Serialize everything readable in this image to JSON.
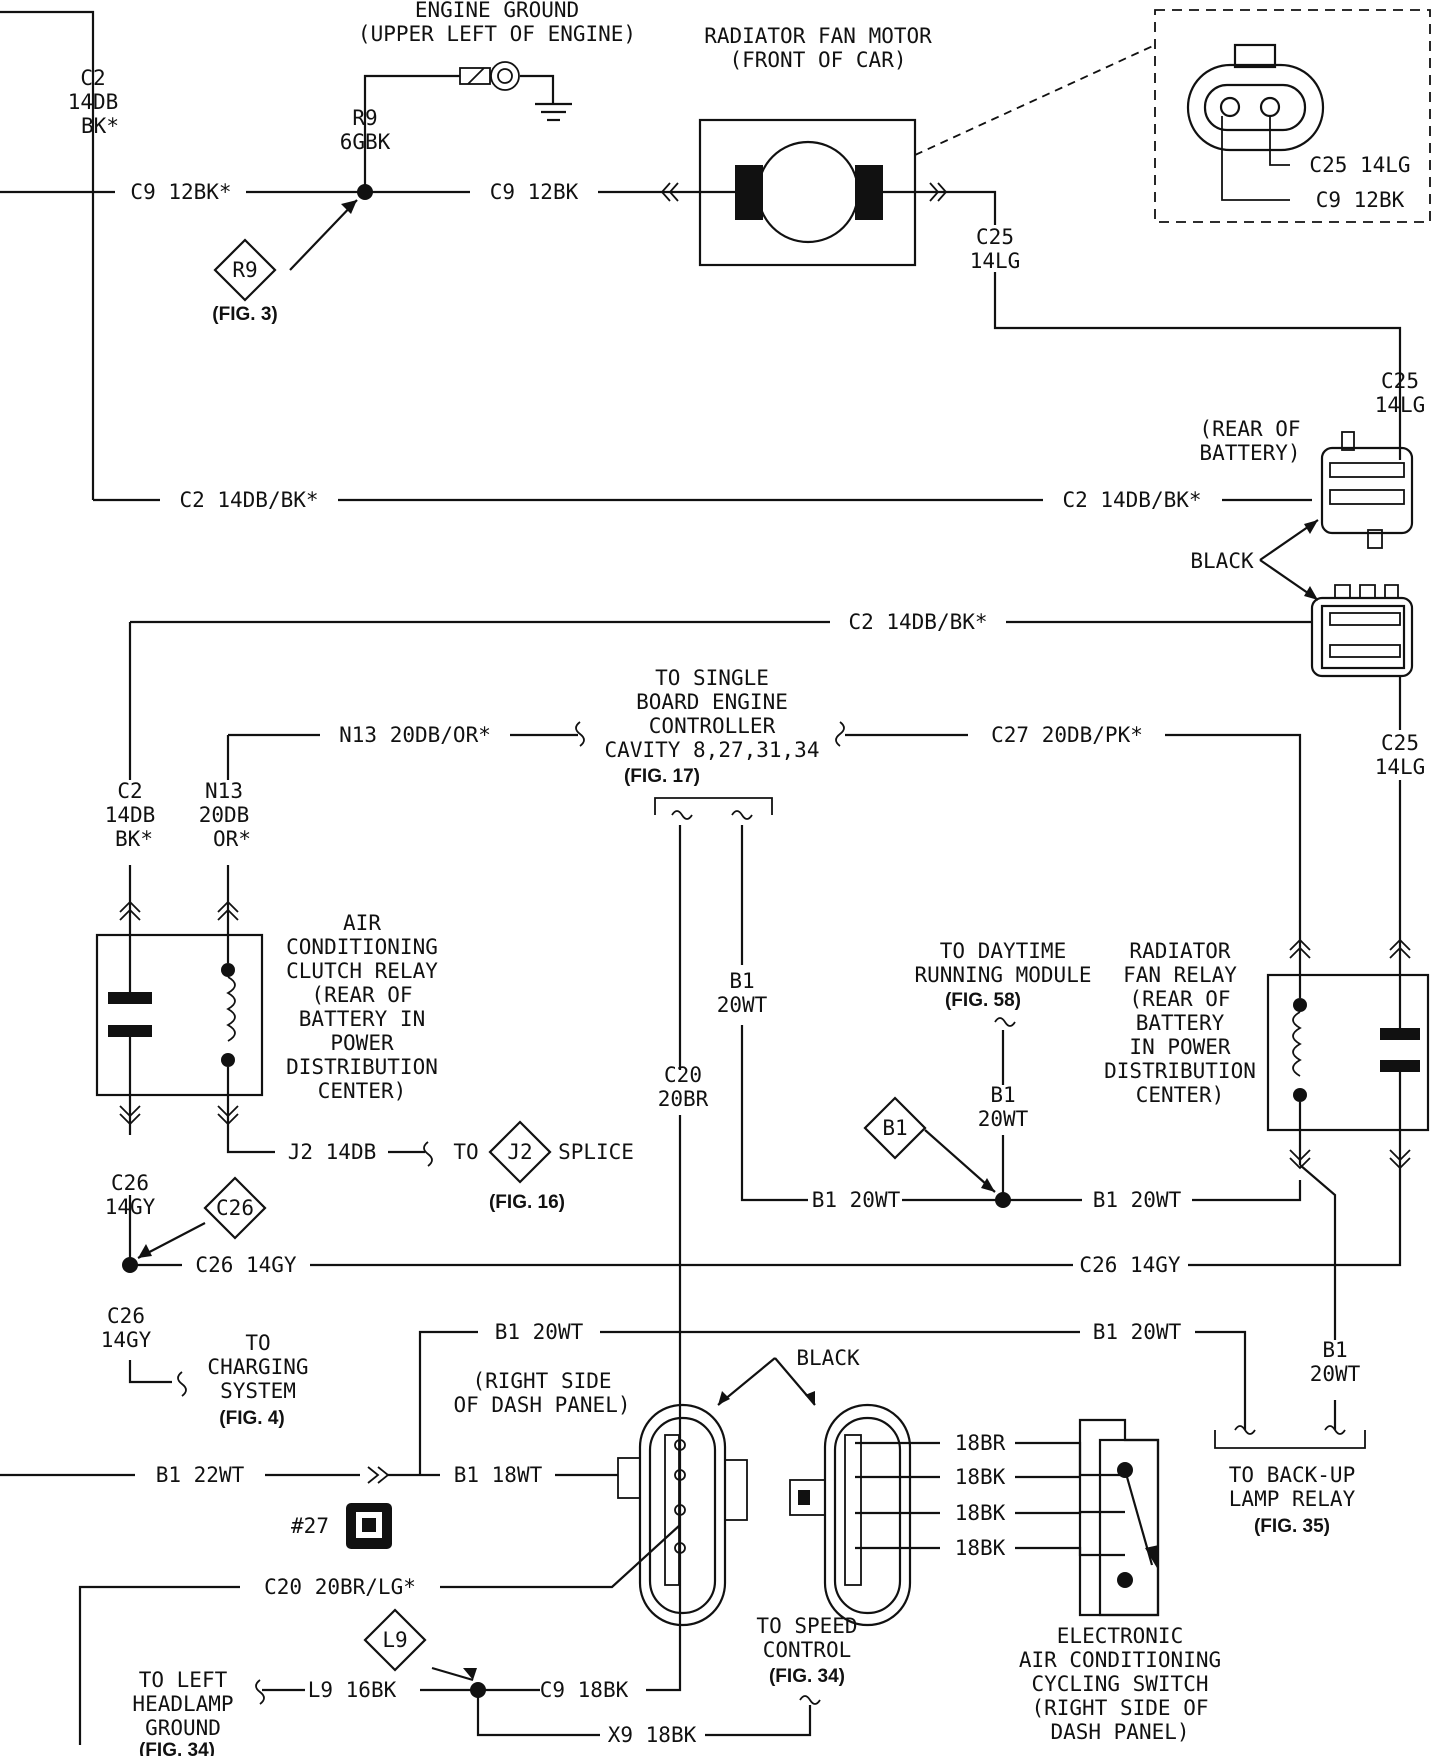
{
  "engine_ground": {
    "line1": "ENGINE GROUND",
    "line2": "(UPPER LEFT OF ENGINE)"
  },
  "radiator_fan_motor": {
    "line1": "RADIATOR FAN MOTOR",
    "line2": "(FRONT OF CAR)"
  },
  "c2_top": {
    "line1": "C2",
    "line2": "14DB",
    "line3": "BK*"
  },
  "r9_splice": {
    "line1": "R9",
    "line2": "6GBK"
  },
  "wire_c9_12bk_star": "C9 12BK*",
  "wire_c9_12bk": "C9 12BK",
  "r9_diamond": "R9",
  "fig3": "(FIG. 3)",
  "c25_motor": {
    "line1": "C25",
    "line2": "14LG"
  },
  "inset_c25": "C25 14LG",
  "inset_c9": "C9 12BK",
  "c25_conn_top": {
    "line1": "C25",
    "line2": "14LG"
  },
  "rear_of_battery": {
    "line1": "(REAR OF",
    "line2": "BATTERY)"
  },
  "wire_c2_left": "C2 14DB/BK*",
  "wire_c2_right": "C2 14DB/BK*",
  "black_label_mid": "BLACK",
  "wire_c2_second": "C2 14DB/BK*",
  "sbec": {
    "line1": "TO SINGLE",
    "line2": "BOARD ENGINE",
    "line3": "CONTROLLER",
    "line4": "CAVITY 8,27,31,34",
    "fig": "(FIG. 17)"
  },
  "wire_n13": "N13 20DB/OR*",
  "wire_c27": "C27 20DB/PK*",
  "c2_vert": {
    "line1": "C2",
    "line2": "14DB",
    "line3": "BK*"
  },
  "n13_vert": {
    "line1": "N13",
    "line2": "20DB",
    "line3": "OR*"
  },
  "c25_right": {
    "line1": "C25",
    "line2": "14LG"
  },
  "ac_relay": {
    "line1": "AIR",
    "line2": "CONDITIONING",
    "line3": "CLUTCH RELAY",
    "line4": "(REAR OF",
    "line5": "BATTERY IN",
    "line6": "POWER",
    "line7": "DISTRIBUTION",
    "line8": "CENTER)"
  },
  "b1_vert": {
    "line1": "B1",
    "line2": "20WT"
  },
  "c20_vert": {
    "line1": "C20",
    "line2": "20BR"
  },
  "drl": {
    "line1": "TO DAYTIME",
    "line2": "RUNNING MODULE",
    "fig": "(FIG. 58)"
  },
  "fan_relay": {
    "line1": "RADIATOR",
    "line2": "FAN RELAY",
    "line3": "(REAR OF",
    "line4": "BATTERY",
    "line5": "IN POWER",
    "line6": "DISTRIBUTION",
    "line7": "CENTER)"
  },
  "b1_drl": {
    "line1": "B1",
    "line2": "20WT"
  },
  "b1_diamond": "B1",
  "wire_j2": "J2 14DB",
  "to_j2": {
    "to": "TO",
    "diamond": "J2",
    "splice": "SPLICE",
    "fig": "(FIG. 16)"
  },
  "wire_b1_left": "B1 20WT",
  "wire_b1_right": "B1 20WT",
  "c26_top": {
    "line1": "C26",
    "line2": "14GY"
  },
  "c26_diamond": "C26",
  "wire_c26_left": "C26 14GY",
  "wire_c26_right": "C26 14GY",
  "c26_bottom": {
    "line1": "C26",
    "line2": "14GY"
  },
  "charging": {
    "line1": "TO",
    "line2": "CHARGING",
    "line3": "SYSTEM",
    "fig": "(FIG. 4)"
  },
  "wire_b1_top_left": "B1 20WT",
  "wire_b1_top_right": "B1 20WT",
  "b1_backup_vert": {
    "line1": "B1",
    "line2": "20WT"
  },
  "black_label_bottom": "BLACK",
  "dash_panel": {
    "line1": "(RIGHT SIDE",
    "line2": "OF DASH PANEL)"
  },
  "wire_b1_22wt": "B1 22WT",
  "wire_b1_18wt": "B1 18WT",
  "connector_27": "#27",
  "pins": [
    "18BR",
    "18BK",
    "18BK",
    "18BK"
  ],
  "backup_lamp": {
    "line1": "TO BACK-UP",
    "line2": "LAMP RELAY",
    "fig": "(FIG. 35)"
  },
  "wire_c20_bottom": "C20 20BR/LG*",
  "l9_diamond": "L9",
  "speed_control": {
    "line1": "TO SPEED",
    "line2": "CONTROL",
    "fig": "(FIG. 34)"
  },
  "left_headlamp": {
    "line1": "TO LEFT",
    "line2": "HEADLAMP",
    "line3": "GROUND",
    "fig": "(FIG. 34)"
  },
  "wire_l9": "L9 16BK",
  "wire_c9_18bk": "C9 18BK",
  "wire_x9": "X9 18BK",
  "cycling_switch": {
    "line1": "ELECTRONIC",
    "line2": "AIR CONDITIONING",
    "line3": "CYCLING SWITCH",
    "line4": "(RIGHT SIDE OF",
    "line5": "DASH PANEL)"
  }
}
